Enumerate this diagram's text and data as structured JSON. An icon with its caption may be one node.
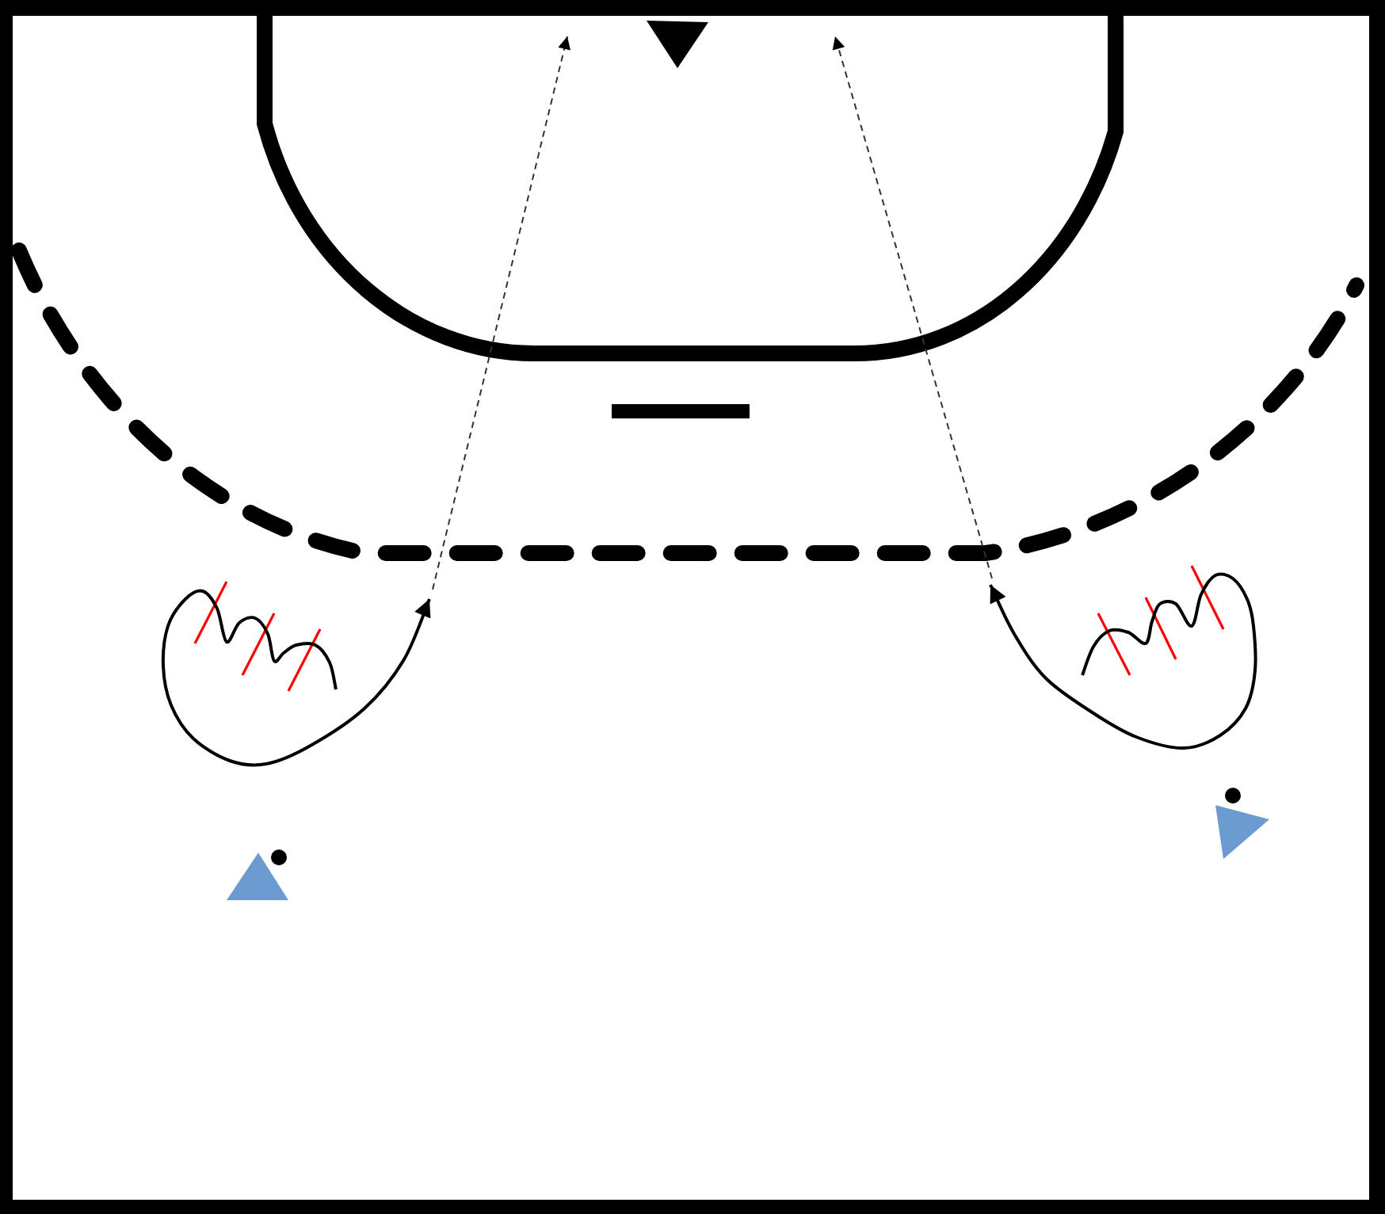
{
  "diagram": {
    "nodes": [
      {
        "text": [],
        "shape": "triangle"
      },
      {
        "text": [],
        "shape": "triangle"
      },
      {
        "text": [],
        "shape": "triangle"
      },
      {
        "text": [],
        "shape": "circle"
      },
      {
        "text": [],
        "shape": "circle"
      }
    ]
  }
}
